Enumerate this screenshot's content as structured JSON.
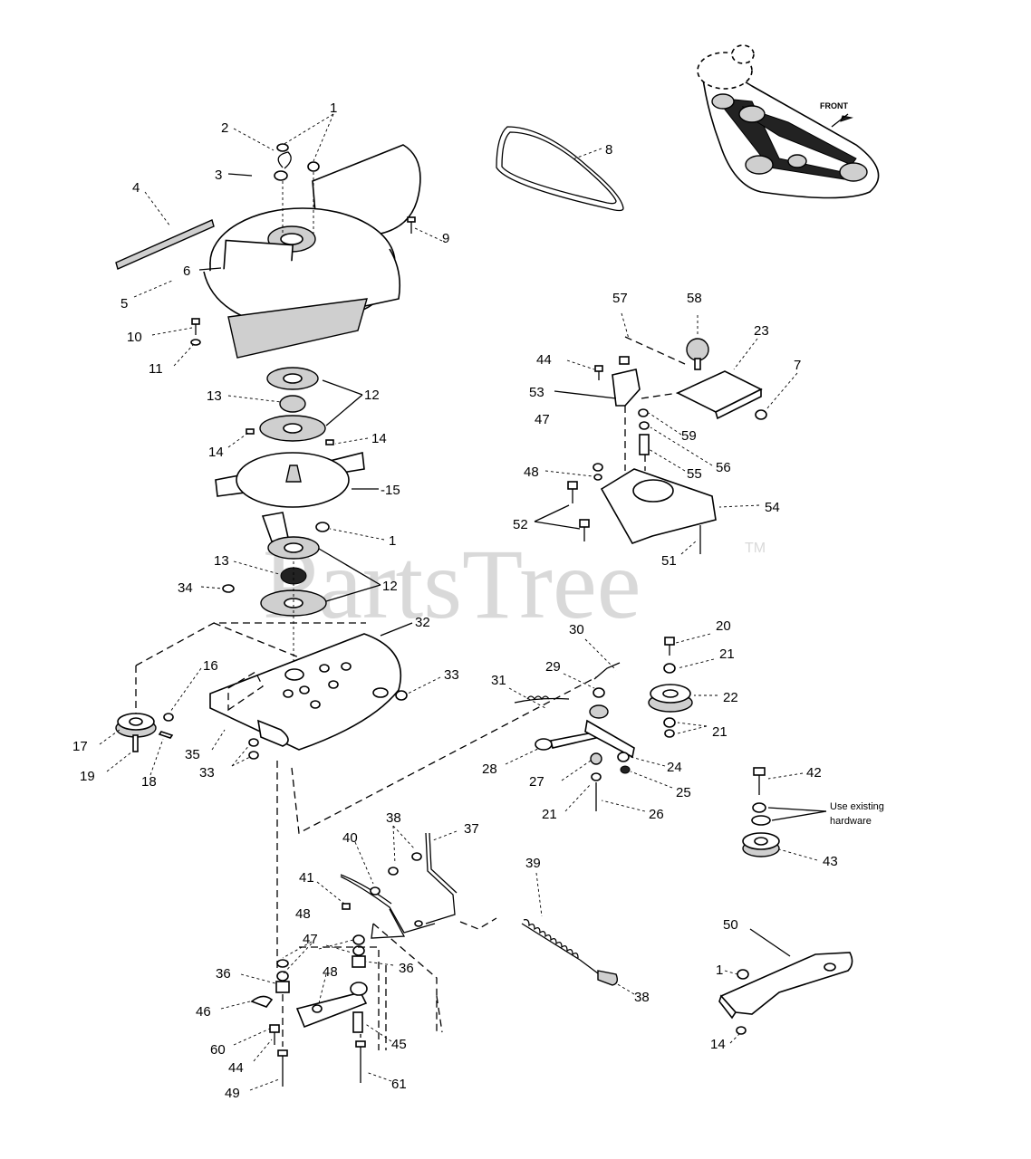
{
  "watermark": {
    "text": "PartsTree",
    "trademark": "TM"
  },
  "front_label": "FRONT",
  "note": {
    "line1": "Use existing",
    "line2": "hardware"
  },
  "callouts": {
    "c1a": "1",
    "c2": "2",
    "c3": "3",
    "c4": "4",
    "c5": "5",
    "c6": "6",
    "c8": "8",
    "c9": "9",
    "c10": "10",
    "c11": "11",
    "c13a": "13",
    "c12a": "12",
    "c14a": "14",
    "c14b": "14",
    "c15": "-15",
    "c1b": "1",
    "c13b": "13",
    "c12b": "12",
    "c34": "34",
    "c32": "32",
    "c16": "16",
    "c33a": "33",
    "c17": "17",
    "c19": "19",
    "c18": "18",
    "c35": "35",
    "c33b": "33",
    "c57": "57",
    "c58": "58",
    "c23": "23",
    "c7": "7",
    "c44a": "44",
    "c53": "53",
    "c47a": "47",
    "c59": "59",
    "c56": "56",
    "c55": "55",
    "c48a": "48",
    "c54": "54",
    "c52": "52",
    "c51": "51",
    "c30": "30",
    "c20": "20",
    "c21a": "21",
    "c29": "29",
    "c31": "31",
    "c22": "22",
    "c21b": "21",
    "c28": "28",
    "c24": "24",
    "c27": "27",
    "c25": "25",
    "c21c": "21",
    "c26": "26",
    "c42": "42",
    "c43": "43",
    "c38a": "38",
    "c37": "37",
    "c40": "40",
    "c39": "39",
    "c41": "41",
    "c48b": "48",
    "c47b": "47",
    "c36a": "36",
    "c36b": "36",
    "c48c": "48",
    "c46": "46",
    "c38b": "38",
    "c60": "60",
    "c44b": "44",
    "c45": "45",
    "c49": "49",
    "c61": "61",
    "c50": "50",
    "c1c": "1",
    "c14c": "14"
  }
}
